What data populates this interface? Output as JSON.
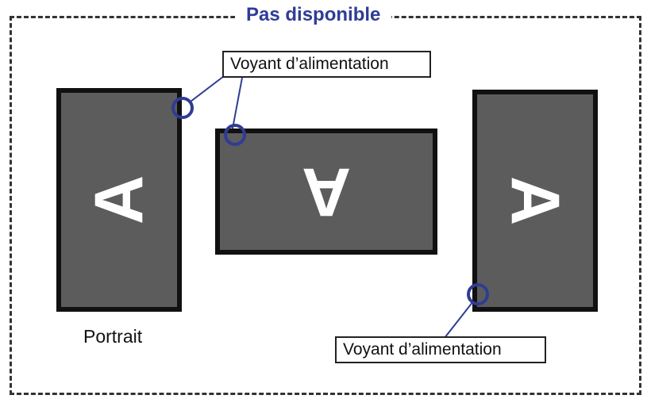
{
  "diagram": {
    "title": "Pas disponible",
    "callout_top": "Voyant d’alimentation",
    "callout_bottom": "Voyant d’alimentation",
    "caption": "Portrait",
    "screens": [
      {
        "glyph": "A",
        "orientation": "rotated-counterclockwise"
      },
      {
        "glyph": "A",
        "orientation": "upside-down"
      },
      {
        "glyph": "A",
        "orientation": "rotated-clockwise"
      }
    ]
  },
  "colors": {
    "accent": "#2f3c95",
    "screen_fill": "#5c5c5c",
    "border": "#111111"
  }
}
